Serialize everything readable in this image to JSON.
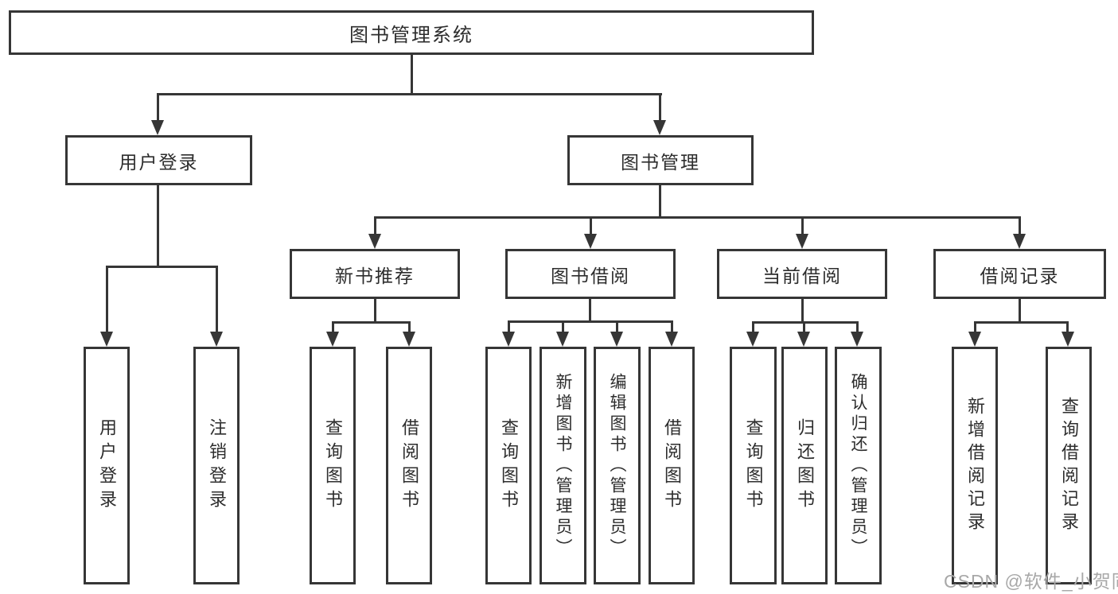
{
  "tree": {
    "root": "图书管理系统",
    "children": [
      {
        "label": "用户登录",
        "children": [
          {
            "label": "用户登录"
          },
          {
            "label": "注销登录"
          }
        ]
      },
      {
        "label": "图书管理",
        "children": [
          {
            "label": "新书推荐",
            "children": [
              {
                "label": "查询图书"
              },
              {
                "label": "借阅图书"
              }
            ]
          },
          {
            "label": "图书借阅",
            "children": [
              {
                "label": "查询图书"
              },
              {
                "label": "新增图书（管理员）"
              },
              {
                "label": "编辑图书（管理员）"
              },
              {
                "label": "借阅图书"
              }
            ]
          },
          {
            "label": "当前借阅",
            "children": [
              {
                "label": "查询图书"
              },
              {
                "label": "归还图书"
              },
              {
                "label": "确认归还（管理员）"
              }
            ]
          },
          {
            "label": "借阅记录",
            "children": [
              {
                "label": "新增借阅记录"
              },
              {
                "label": "查询借阅记录"
              }
            ]
          }
        ]
      }
    ]
  },
  "watermark": {
    "text": "CSDN @软件_小贺同学"
  },
  "colors": {
    "line": "#363636",
    "text": "#2d2d2d",
    "background": "#ffffff",
    "watermark": "#a8a8a8"
  }
}
